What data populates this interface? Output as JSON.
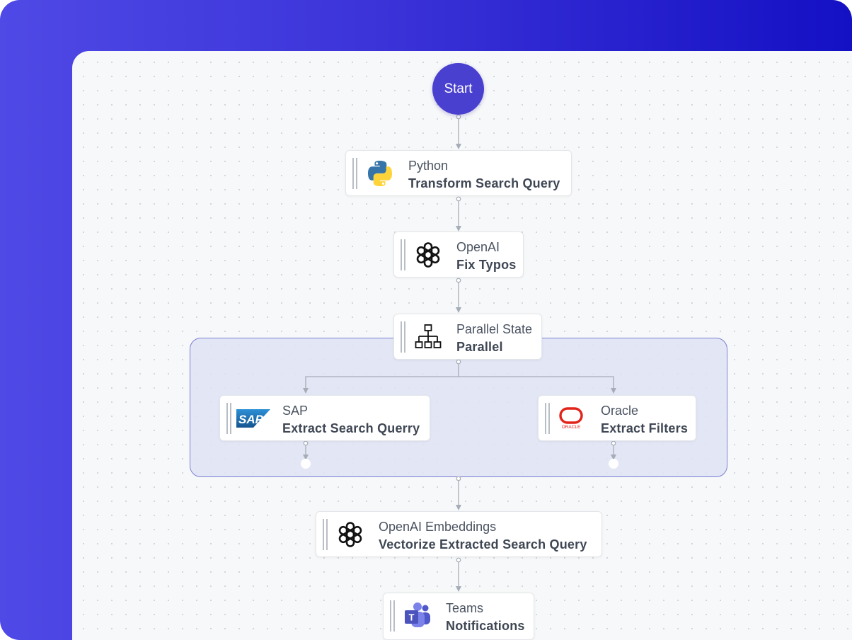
{
  "start": {
    "label": "Start"
  },
  "nodes": {
    "python": {
      "service": "Python",
      "title": "Transform Search Query"
    },
    "openai_fix": {
      "service": "OpenAI",
      "title": "Fix Typos"
    },
    "parallel": {
      "service": "Parallel State",
      "title": "Parallel"
    },
    "sap": {
      "service": "SAP",
      "title": "Extract Search Querry",
      "logo_text": "SAP"
    },
    "oracle": {
      "service": "Oracle",
      "title": "Extract Filters",
      "logo_text": "ORACLE"
    },
    "embeddings": {
      "service": "OpenAI Embeddings",
      "title": "Vectorize Extracted Search Query"
    },
    "teams": {
      "service": "Teams",
      "title": "Notifications",
      "logo_text": "T"
    }
  },
  "colors": {
    "frame_gradient_start": "#4f49e6",
    "frame_gradient_end": "#1410c4",
    "start_node": "#4a40cf",
    "edge": "#a6adb7",
    "group_border": "#7d7fd3",
    "group_fill": "#e0e2f4",
    "sap_blue": "#1a6fb5",
    "oracle_red": "#e2231a",
    "teams_purple": "#5059c9"
  },
  "icons": {
    "python": "python-logo-icon",
    "openai": "openai-logo-icon",
    "parallel": "hierarchy-icon",
    "sap": "sap-logo-icon",
    "oracle": "oracle-logo-icon",
    "teams": "teams-logo-icon"
  }
}
